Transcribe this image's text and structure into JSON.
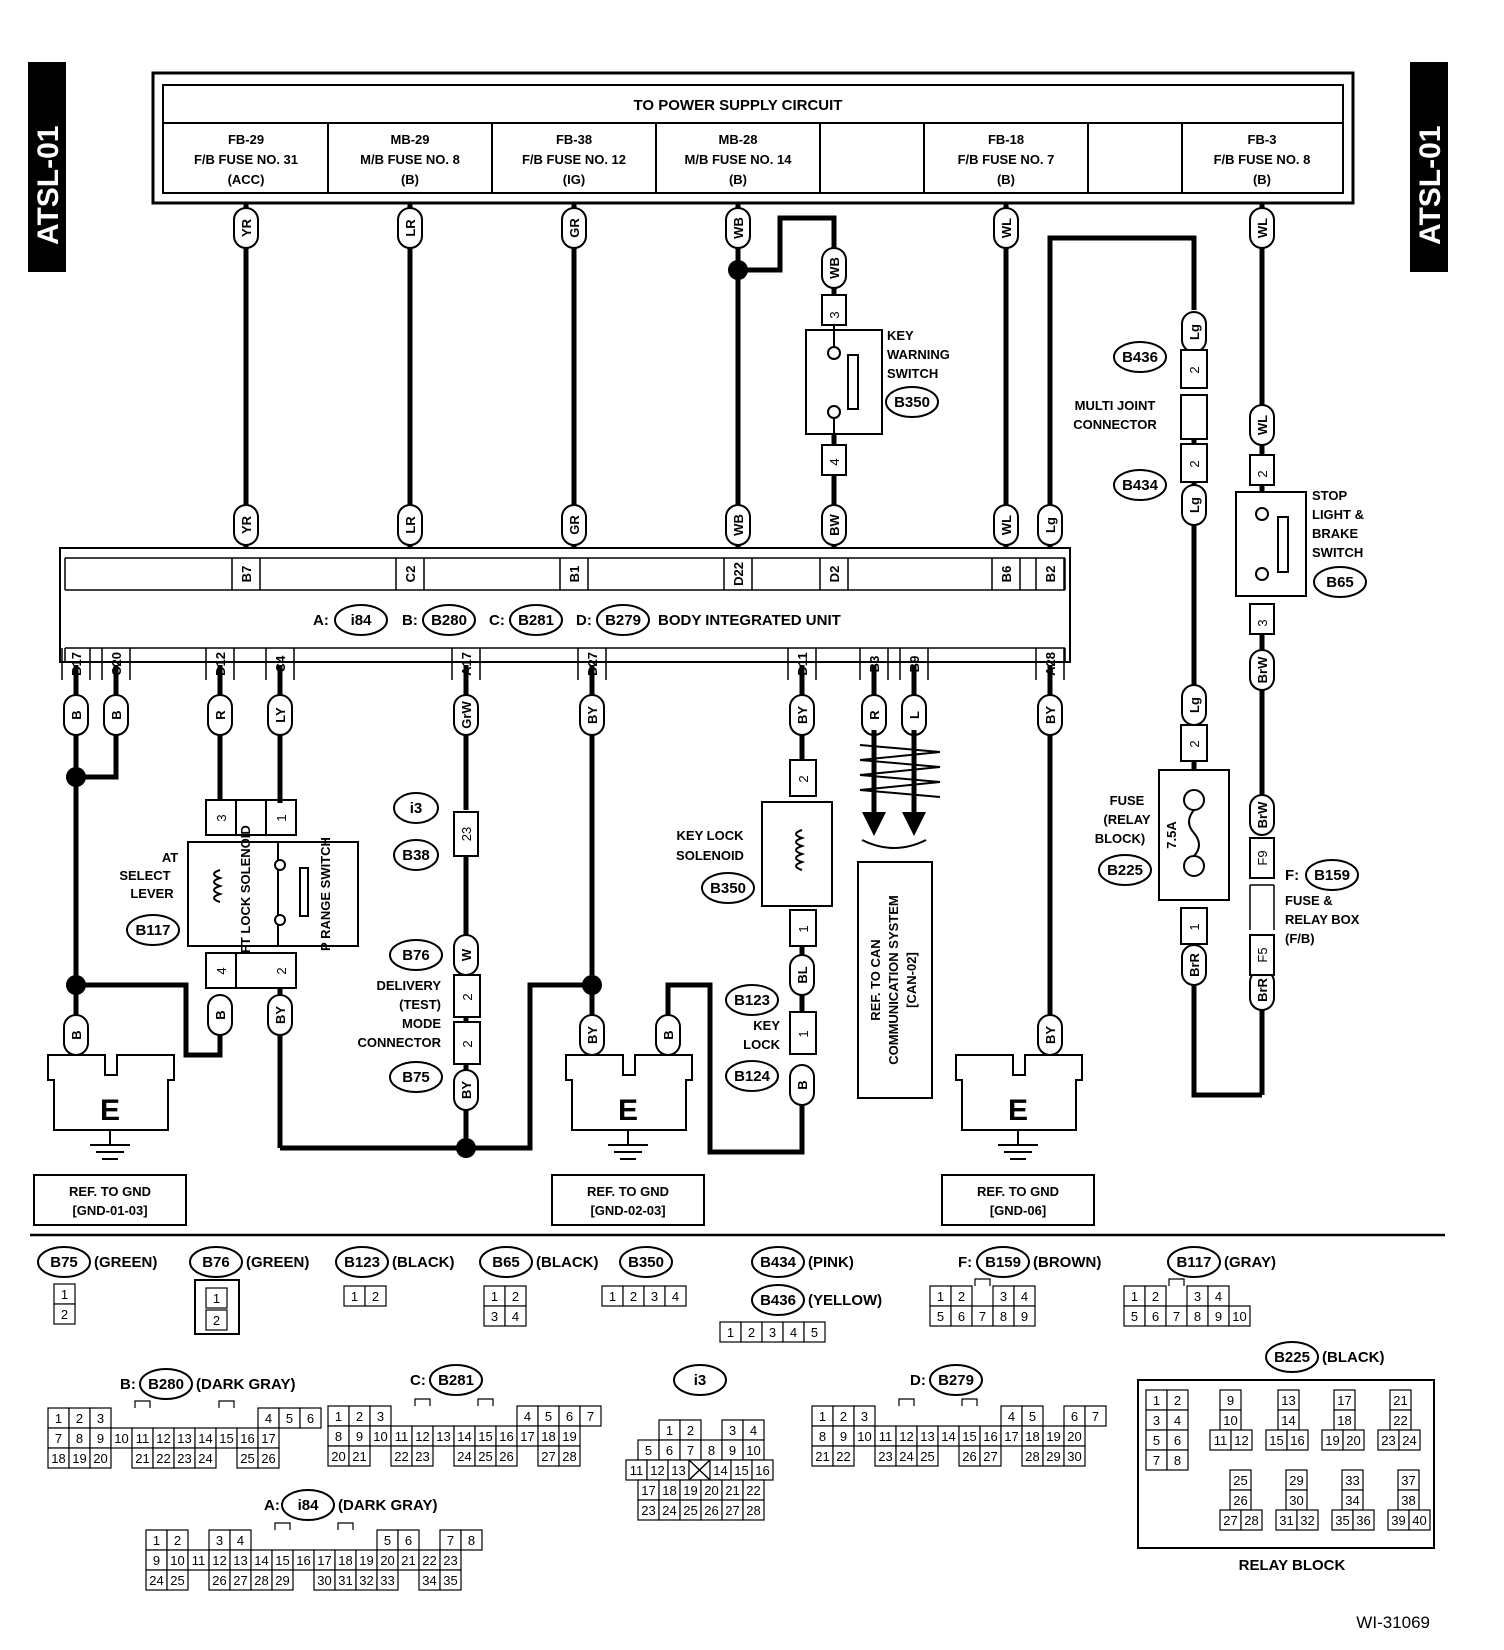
{
  "side_tag": "ATSL-01",
  "figure_id": "WI-31069",
  "power": {
    "title": "TO POWER SUPPLY CIRCUIT",
    "fuses": [
      {
        "id": "FB-29",
        "name": "F/B FUSE NO. 31",
        "mode": "(ACC)"
      },
      {
        "id": "MB-29",
        "name": "M/B FUSE NO. 8",
        "mode": "(B)"
      },
      {
        "id": "FB-38",
        "name": "F/B FUSE NO. 12",
        "mode": "(IG)"
      },
      {
        "id": "MB-28",
        "name": "M/B FUSE NO. 14",
        "mode": "(B)"
      },
      {
        "id": "FB-18",
        "name": "F/B FUSE NO. 7",
        "mode": "(B)"
      },
      {
        "id": "FB-3",
        "name": "F/B FUSE NO. 8",
        "mode": "(B)"
      }
    ]
  },
  "biu": {
    "title": "BODY INTEGRATED UNIT",
    "conn_a_prefix": "A:",
    "conn_a": "i84",
    "conn_b_prefix": "B:",
    "conn_b": "B280",
    "conn_c_prefix": "C:",
    "conn_c": "B281",
    "conn_d_prefix": "D:",
    "conn_d": "B279",
    "top_pins": [
      "B7",
      "C2",
      "B1",
      "D22",
      "D2",
      "B6",
      "B2"
    ],
    "top_colors": [
      "YR",
      "LR",
      "GR",
      "WB",
      "BW",
      "WL",
      "Lg"
    ],
    "bottom_pins": [
      "B17",
      "C20",
      "D12",
      "C4",
      "A17",
      "D27",
      "D11",
      "B3",
      "B9",
      "A28"
    ],
    "bottom_colors": [
      "B",
      "B",
      "R",
      "LY",
      "GrW",
      "BY",
      "BY",
      "R",
      "L",
      "BY"
    ]
  },
  "components": {
    "key_warning_switch": {
      "label1": "KEY",
      "label2": "WARNING",
      "label3": "SWITCH",
      "conn": "B350",
      "pin_top": "3",
      "pin_bottom": "4",
      "color_top": "WB",
      "color_bottom": "BW"
    },
    "multi_joint": {
      "label1": "MULTI JOINT",
      "label2": "CONNECTOR",
      "conn_top": "B436",
      "conn_bottom": "B434",
      "pin": "2",
      "color": "Lg"
    },
    "stop_light": {
      "label1": "STOP",
      "label2": "LIGHT &",
      "label3": "BRAKE",
      "label4": "SWITCH",
      "conn": "B65",
      "pin_top": "2",
      "pin_bottom": "3",
      "color_top": "WL",
      "color_bottom": "BrW"
    },
    "at_select_lever": {
      "label1": "AT",
      "label2": "SELECT",
      "label3": "LEVER",
      "conn": "B117",
      "solenoid": "SHIFT LOCK SOLENOID",
      "switch": "P RANGE SWITCH",
      "pins": [
        "3",
        "1",
        "4",
        "2"
      ]
    },
    "delivery": {
      "label1": "DELIVERY",
      "label2": "(TEST)",
      "label3": "MODE",
      "label4": "CONNECTOR",
      "conn_a": "B76",
      "conn_b": "B75",
      "pin": "2",
      "color_top": "W",
      "color_bottom": "BY"
    },
    "i3_b38": {
      "conn_a": "i3",
      "conn_b": "B38",
      "pin": "23"
    },
    "key_lock_solenoid": {
      "label1": "KEY LOCK",
      "label2": "SOLENOID",
      "conn": "B350",
      "pin_top": "2",
      "pin_bottom": "1",
      "color": "BL"
    },
    "key_lock": {
      "label1": "KEY",
      "label2": "LOCK",
      "conn_a": "B123",
      "conn_b": "B124",
      "pin": "1",
      "color": "B"
    },
    "can": {
      "label1": "REF. TO CAN",
      "label2": "COMMUNICATION SYSTEM",
      "label3": "[CAN-02]"
    },
    "fuse_relay": {
      "label1": "FUSE",
      "label2": "(RELAY",
      "label3": "BLOCK)",
      "conn": "B225",
      "rating": "7.5A",
      "pin_top": "2",
      "pin_bottom": "1",
      "color_bottom": "BrR"
    },
    "fuse_box": {
      "prefix": "F:",
      "conn": "B159",
      "label1": "FUSE &",
      "label2": "RELAY BOX",
      "label3": "(F/B)",
      "pin_top": "F9",
      "pin_bottom": "F5",
      "color_top": "BrW",
      "color_bottom": "BrR"
    }
  },
  "grounds": [
    {
      "symbol": "E",
      "ref1": "REF. TO GND",
      "ref2": "[GND-01-03]"
    },
    {
      "symbol": "E",
      "ref1": "REF. TO GND",
      "ref2": "[GND-02-03]"
    },
    {
      "symbol": "E",
      "ref1": "REF. TO GND",
      "ref2": "[GND-06]"
    }
  ],
  "connectors": {
    "b75": {
      "name": "B75",
      "color": "(GREEN)"
    },
    "b76": {
      "name": "B76",
      "color": "(GREEN)"
    },
    "b123": {
      "name": "B123",
      "color": "(BLACK)"
    },
    "b65": {
      "name": "B65",
      "color": "(BLACK)"
    },
    "b350": {
      "name": "B350",
      "color": ""
    },
    "b434": {
      "name": "B434",
      "color": "(PINK)"
    },
    "b436": {
      "name": "B436",
      "color": "(YELLOW)"
    },
    "b159": {
      "prefix": "F:",
      "name": "B159",
      "color": "(BROWN)"
    },
    "b117": {
      "name": "B117",
      "color": "(GRAY)"
    },
    "b280": {
      "prefix": "B:",
      "name": "B280",
      "color": "(DARK GRAY)"
    },
    "b281": {
      "prefix": "C:",
      "name": "B281",
      "color": ""
    },
    "i3": {
      "name": "i3",
      "color": ""
    },
    "b279": {
      "prefix": "D:",
      "name": "B279",
      "color": ""
    },
    "i84": {
      "prefix": "A:",
      "name": "i84",
      "color": "(DARK GRAY)"
    },
    "b225": {
      "name": "B225",
      "color": "(BLACK)",
      "caption": "RELAY BLOCK"
    }
  }
}
